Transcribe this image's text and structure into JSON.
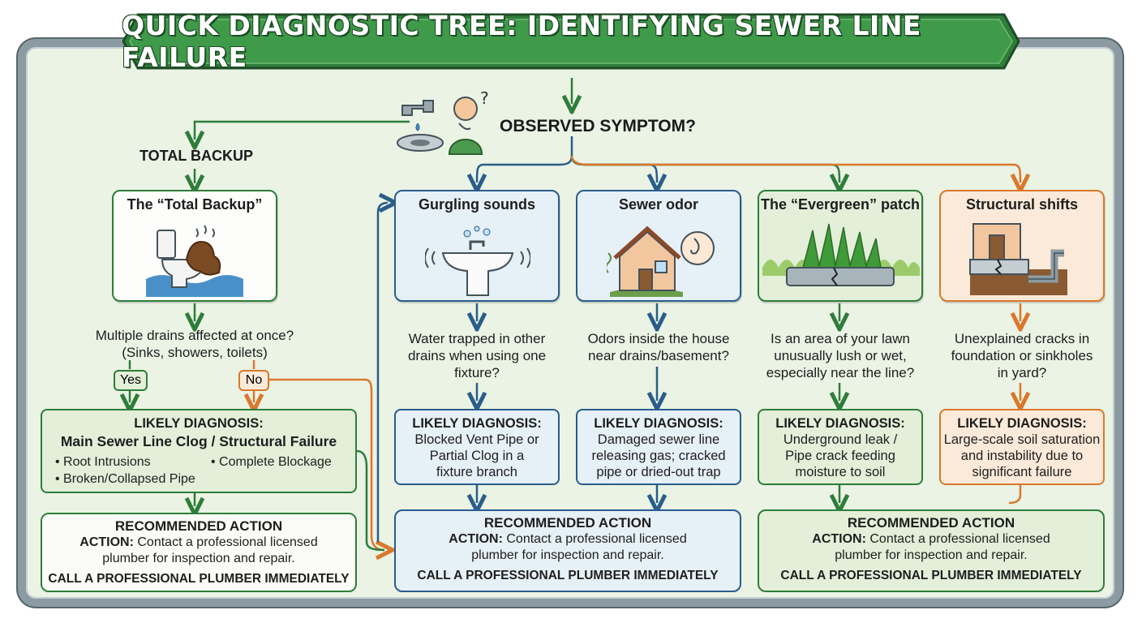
{
  "title": "QUICK DIAGNOSTIC TREE: IDENTIFYING SEWER LINE FAILURE",
  "root": {
    "label": "OBSERVED SYMPTOM?"
  },
  "total_backup_label": "TOTAL BACKUP",
  "symptoms": [
    {
      "title": "The “Total Backup”",
      "icon": "overflowing-toilet-icon"
    },
    {
      "title": "Gurgling sounds",
      "icon": "gurgling-sink-icon"
    },
    {
      "title": "Sewer odor",
      "icon": "house-odor-icon"
    },
    {
      "title": "The “Evergreen” patch",
      "icon": "lush-grass-pipe-icon"
    },
    {
      "title": "Structural shifts",
      "icon": "cracked-foundation-icon"
    }
  ],
  "questions": [
    "Multiple drains affected at once?\n(Sinks, showers, toilets)",
    "Water trapped in other\ndrains when using one\nfixture?",
    "Odors inside the house\nnear drains/basement?",
    "Is an area of your lawn\nunusually lush or wet,\nespecially near the line?",
    "Unexplained cracks in\nfoundation or sinkholes\nin yard?"
  ],
  "answers": {
    "yes": "Yes",
    "no": "No"
  },
  "diagnoses": [
    {
      "heading": "LIKELY DIAGNOSIS:",
      "subheading": "Main Sewer Line Clog / Structural Failure",
      "bullets": [
        "• Root Intrusions",
        "• Complete Blockage",
        "• Broken/Collapsed Pipe"
      ]
    },
    {
      "heading": "LIKELY DIAGNOSIS:",
      "text": "Blocked Vent Pipe or\nPartial Clog in a\nfixture branch"
    },
    {
      "heading": "LIKELY DIAGNOSIS:",
      "text": "Damaged sewer line\nreleasing gas; cracked\npipe or dried-out trap"
    },
    {
      "heading": "LIKELY DIAGNOSIS:",
      "text": "Underground leak /\nPipe crack feeding\nmoisture to soil"
    },
    {
      "heading": "LIKELY DIAGNOSIS:",
      "text": "Large-scale soil saturation\nand instability due to\nsignificant failure"
    }
  ],
  "actions": [
    {
      "heading": "RECOMMENDED ACTION",
      "label": "ACTION:",
      "body": " Contact a professional licensed",
      "body2": "plumber for inspection and repair.",
      "call": "CALL A PROFESSIONAL PLUMBER IMMEDIATELY"
    },
    {
      "heading": "RECOMMENDED ACTION",
      "label": "ACTION:",
      "body": " Contact a professional licensed",
      "body2": "plumber for inspection and repair.",
      "call": "CALL A PROFESSIONAL PLUMBER IMMEDIATELY"
    },
    {
      "heading": "RECOMMENDED ACTION",
      "label": "ACTION:",
      "body": " Contact a professional licensed",
      "body2": "plumber for inspection and repair.",
      "call": "CALL A PROFESSIONAL PLUMBER IMMEDIATELY"
    }
  ],
  "colors": {
    "green_dark": "#2e7d3a",
    "green_light": "#e3efd9",
    "blue": "#2a5d8a",
    "blue_light": "#e6f0f7",
    "orange": "#d9782d",
    "orange_light": "#fbead9",
    "pipe_gray": "#8c9ba1"
  }
}
